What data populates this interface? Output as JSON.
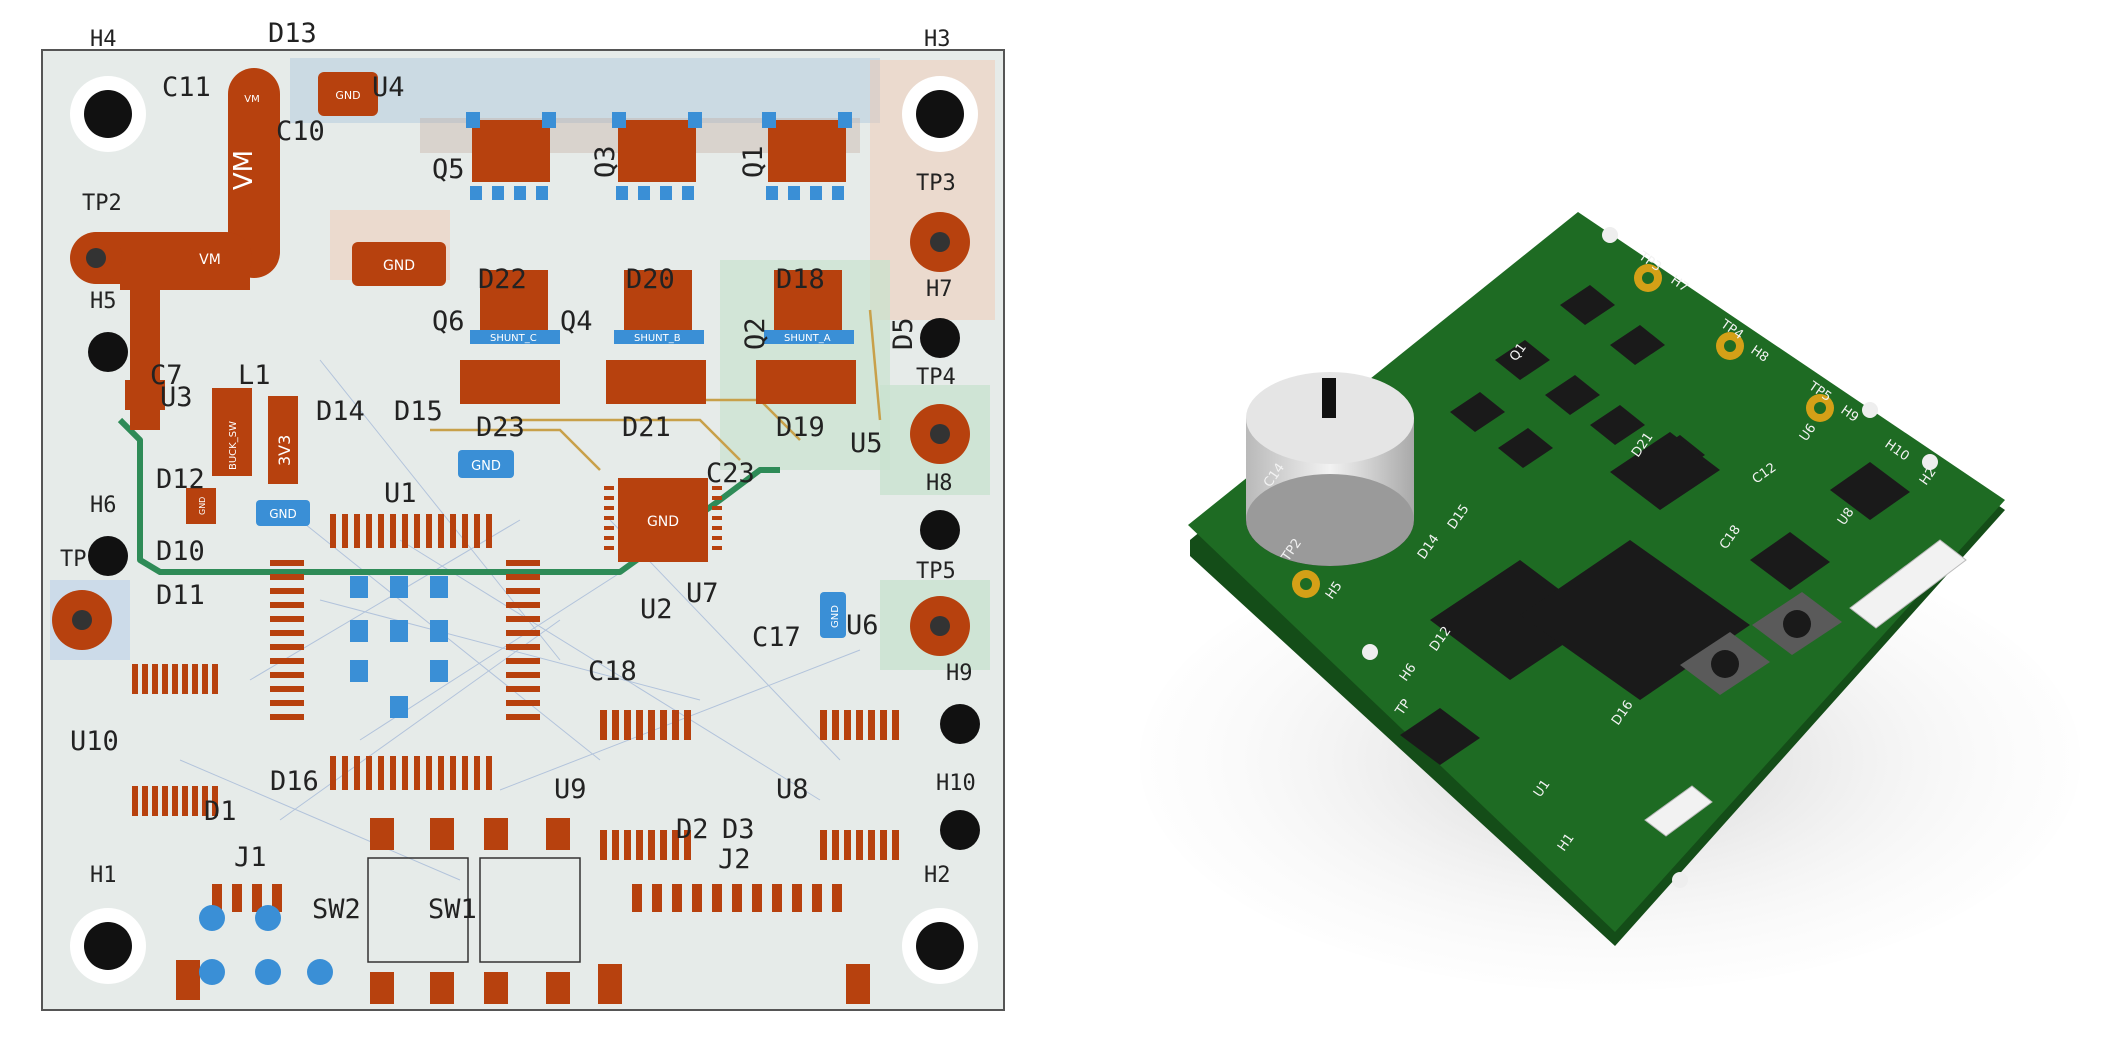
{
  "colors": {
    "board_bg": "#e6ebe9",
    "copper": "#b7410e",
    "pad_blue": "#3a8fd6",
    "trace_green": "#2e8b57",
    "pcb_green": "#1e6b23",
    "hole_gold": "#d4a017"
  },
  "layout": {
    "holes": [
      "H4",
      "H3",
      "H5",
      "H7",
      "H6",
      "H8",
      "H9",
      "H10",
      "H1",
      "H2"
    ],
    "testpoints": [
      "TP2",
      "TP3",
      "TP4",
      "TP5",
      "TP"
    ],
    "refs": [
      "D13",
      "C11",
      "C10",
      "U4",
      "Q5",
      "Q3",
      "Q1",
      "D22",
      "D20",
      "D18",
      "Q6",
      "Q4",
      "Q2",
      "D5",
      "C7",
      "L1",
      "U3",
      "D14",
      "D15",
      "D23",
      "D21",
      "D19",
      "U5",
      "D12",
      "U1",
      "C23",
      "D10",
      "D11",
      "U2",
      "U7",
      "C17",
      "U6",
      "C18",
      "U10",
      "D16",
      "U9",
      "U8",
      "D1",
      "D2",
      "D3",
      "J1",
      "J2",
      "SW2",
      "SW1"
    ],
    "pad_labels": {
      "vm_top": "VM",
      "gnd_top": "GND",
      "vm_big": "VM",
      "vm_tp2": "VM",
      "gnd_mid": "GND",
      "gnd_buck": "GND",
      "gnd_u1": "GND",
      "gnd_ic": "GND",
      "gnd_right": "GND",
      "gnd_u6": "GND",
      "buck": "BUCK_SW",
      "v3": "3V3",
      "shunt_c": "SHUNT_C",
      "shunt_b": "SHUNT_B",
      "shunt_a": "SHUNT_A"
    }
  },
  "render": {
    "labels": [
      "TP3",
      "H7",
      "TP4",
      "H8",
      "TP5",
      "H9",
      "H10",
      "H2",
      "TP2",
      "H5",
      "C14",
      "TP",
      "H6",
      "H1",
      "D16",
      "U1",
      "C18",
      "D14",
      "D15",
      "D12",
      "D21",
      "U6",
      "U8",
      "C12",
      "Q1"
    ]
  }
}
